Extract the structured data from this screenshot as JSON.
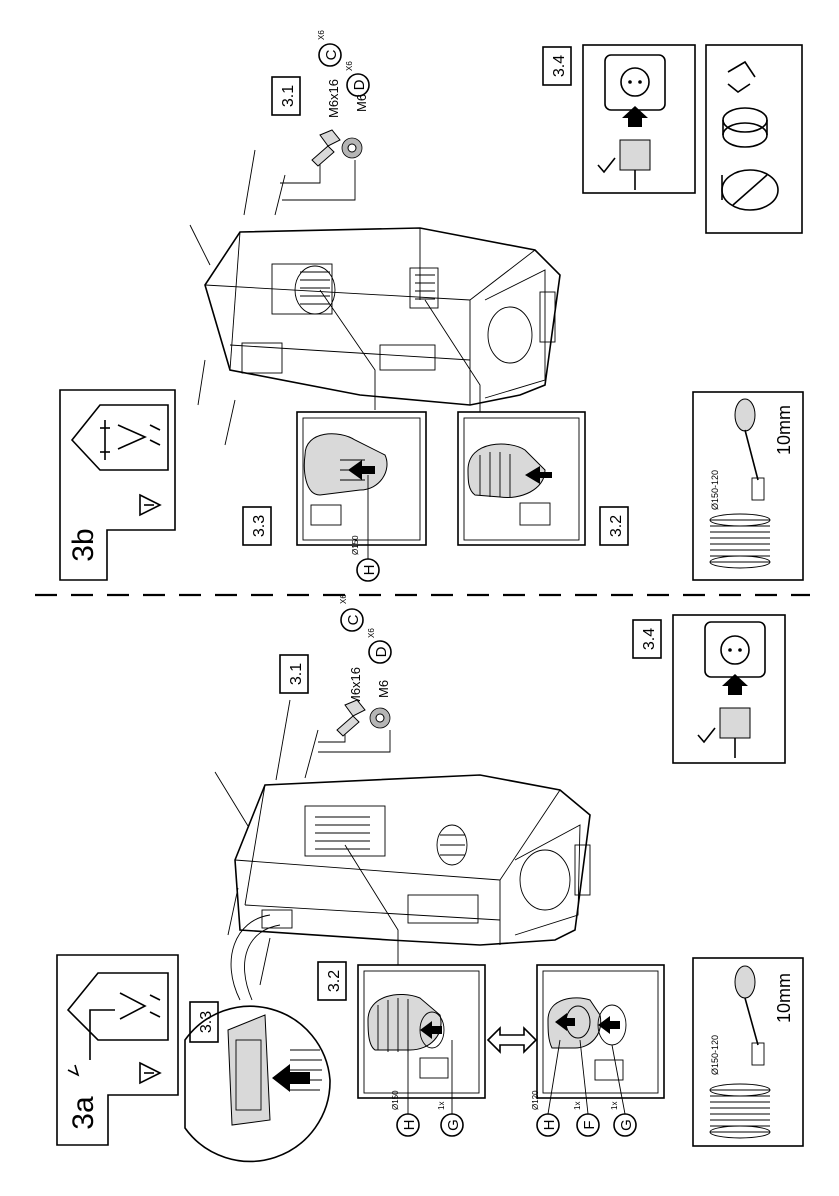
{
  "sections": {
    "top": {
      "label": "3b",
      "step_3_1": "3.1",
      "step_3_2": "3.2",
      "step_3_3": "3.3",
      "step_3_4": "3.4",
      "screw_spec": "M6x16",
      "screw_part": "C",
      "screw_qty": "X6",
      "washer_spec": "M6",
      "washer_part": "D",
      "washer_qty": "X6",
      "duct_part": "H",
      "duct_diameter": "Ø150",
      "hose_range": "Ø150-120",
      "tool_size": "10mm"
    },
    "bottom": {
      "label": "3a",
      "step_3_1": "3.1",
      "step_3_2": "3.2",
      "step_3_3": "3.3",
      "step_3_4": "3.4",
      "screw_spec": "M6x16",
      "screw_part": "C",
      "screw_qty": "X6",
      "washer_spec": "M6",
      "washer_part": "D",
      "washer_qty": "X6",
      "part_h1": "H",
      "part_h1_dia": "Ø150",
      "part_g1": "G",
      "part_g1_qty": "1x",
      "part_h2": "H",
      "part_h2_dia": "Ø120",
      "part_f": "F",
      "part_f_qty": "1x",
      "part_g2": "G",
      "part_g2_qty": "1x",
      "hose_range": "Ø150-120",
      "tool_size": "10mm"
    }
  }
}
